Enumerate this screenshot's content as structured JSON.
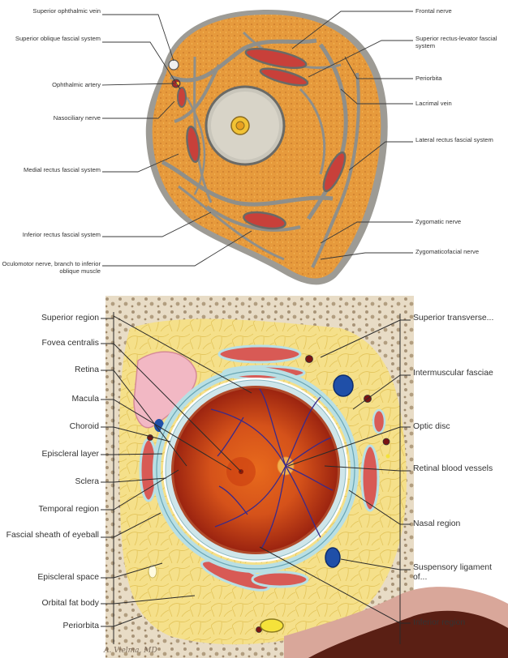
{
  "top_diagram": {
    "labels_left": [
      {
        "id": "sup-ophthalmic-vein",
        "text": "Superior ophthalmic vein"
      },
      {
        "id": "sup-oblique-fascial",
        "text": "Superior oblique fascial system"
      },
      {
        "id": "ophthalmic-artery",
        "text": "Ophthalmic artery"
      },
      {
        "id": "nasociliary-nerve",
        "text": "Nasociliary nerve"
      },
      {
        "id": "medial-rectus-fascial",
        "text": "Medial rectus fascial system"
      },
      {
        "id": "inferior-rectus-fascial",
        "text": "Inferior rectus fascial system"
      },
      {
        "id": "oculomotor-nerve",
        "text": "Oculomotor nerve, branch to inferior oblique muscle"
      }
    ],
    "labels_right": [
      {
        "id": "frontal-nerve",
        "text": "Frontal nerve"
      },
      {
        "id": "sup-rectus-levator",
        "text": "Superior rectus-levator fascial system"
      },
      {
        "id": "periorbita",
        "text": "Periorbita"
      },
      {
        "id": "lacrimal-vein",
        "text": "Lacrimal vein"
      },
      {
        "id": "lateral-rectus-fascial",
        "text": "Lateral rectus fascial system"
      },
      {
        "id": "zygomatic-nerve",
        "text": "Zygomatic nerve"
      },
      {
        "id": "zygomaticofacial-nerve",
        "text": "Zygomaticofacial nerve"
      }
    ]
  },
  "bottom_diagram": {
    "labels_left": [
      {
        "id": "superior-region",
        "text": "Superior region"
      },
      {
        "id": "fovea-centralis",
        "text": "Fovea centralis"
      },
      {
        "id": "retina",
        "text": "Retina"
      },
      {
        "id": "macula",
        "text": "Macula"
      },
      {
        "id": "choroid",
        "text": "Choroid"
      },
      {
        "id": "episcleral-layer",
        "text": "Episcleral layer"
      },
      {
        "id": "sclera",
        "text": "Sclera"
      },
      {
        "id": "temporal-region",
        "text": "Temporal region"
      },
      {
        "id": "fascial-sheath",
        "text": "Fascial sheath of eyeball"
      },
      {
        "id": "episcleral-space",
        "text": "Episcleral space"
      },
      {
        "id": "orbital-fat-body",
        "text": "Orbital fat body"
      },
      {
        "id": "periorbita-b",
        "text": "Periorbita"
      }
    ],
    "labels_right": [
      {
        "id": "sup-transverse",
        "text": "Superior transverse..."
      },
      {
        "id": "intermuscular-fasciae",
        "text": "Intermuscular fasciae"
      },
      {
        "id": "optic-disc",
        "text": "Optic disc"
      },
      {
        "id": "retinal-vessels",
        "text": "Retinal blood vessels"
      },
      {
        "id": "nasal-region",
        "text": "Nasal region"
      },
      {
        "id": "suspensory-ligament",
        "text": "Suspensory ligament of..."
      },
      {
        "id": "inferior-region",
        "text": "Inferior region"
      }
    ],
    "signature": "A. Vielma, MD"
  },
  "colors": {
    "fat": "#e69a3c",
    "fat_bright": "#f2b24a",
    "muscle": "#c8403a",
    "septa": "#8f8f8a",
    "capsule": "#6a6a66",
    "bone_rim": "#bfb7a8",
    "retina": "#c2410c",
    "sclera": "#cfe6ea",
    "orbital_fat": "#f5e08a",
    "vein": "#1f4fa8"
  },
  "icons": [
    "orbit-cross-section-illustration",
    "eyeball-coronal-section-illustration"
  ]
}
